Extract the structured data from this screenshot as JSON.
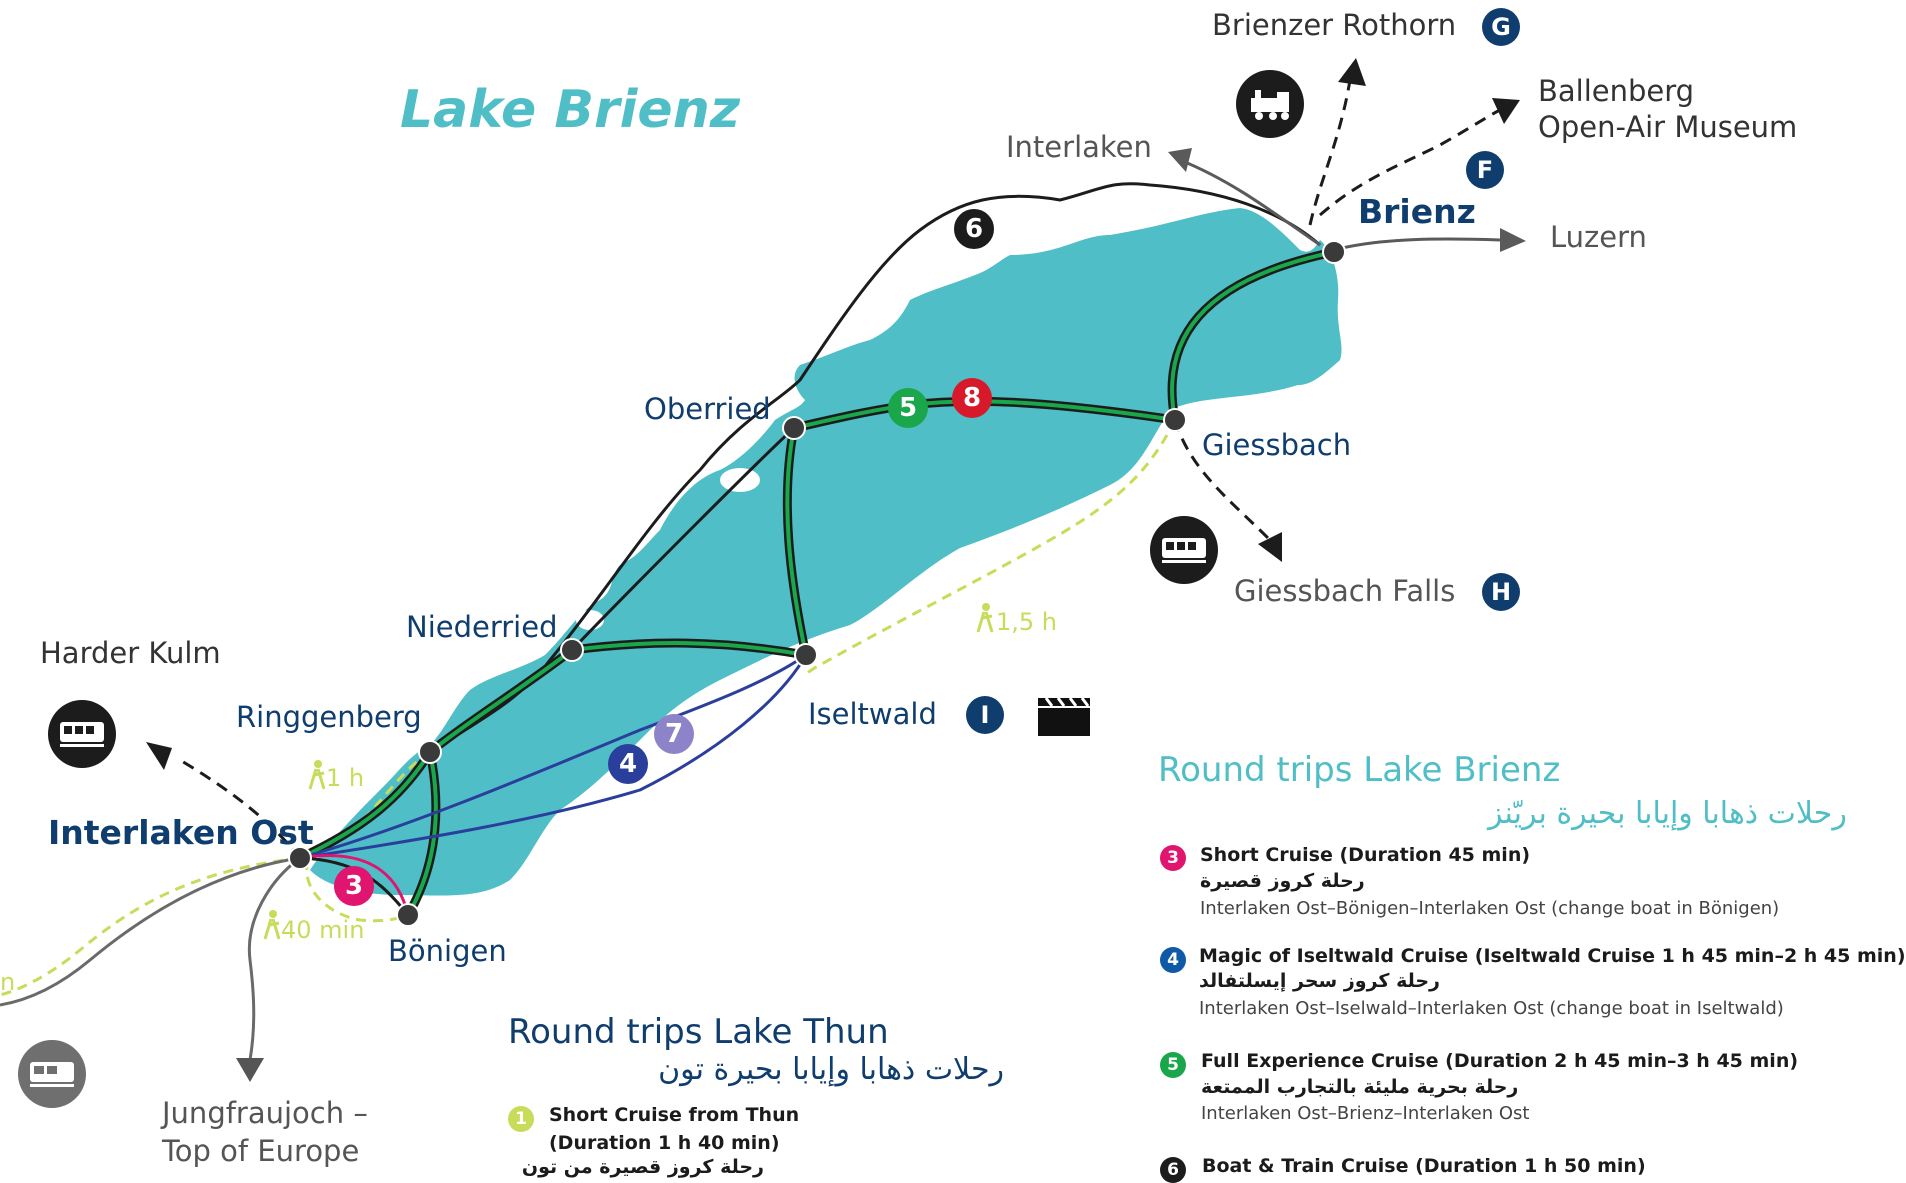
{
  "map": {
    "lake_title": "Lake Brienz",
    "colors": {
      "lake": "#4fbec6",
      "navy": "#0f3d6e",
      "route_green": "#1aa64a",
      "route_blue": "#2a3f9c",
      "route_magenta": "#e0156f",
      "walk_path": "#c8dc5a",
      "road": "#1c1c1c",
      "arrow_grey": "#5a5a5a"
    },
    "stops": {
      "interlaken_ost": "Interlaken Ost",
      "brienz": "Brienz",
      "oberried": "Oberried",
      "giessbach": "Giessbach",
      "niederried": "Niederried",
      "ringgenberg": "Ringgenberg",
      "iseltwald": "Iseltwald",
      "bonigen": "Bönigen"
    },
    "destinations": {
      "brienzer_rothorn": "Brienzer Rothorn",
      "ballenberg_line1": "Ballenberg",
      "ballenberg_line2": "Open-Air Museum",
      "interlaken": "Interlaken",
      "luzern": "Luzern",
      "giessbach_falls": "Giessbach Falls",
      "harder_kulm": "Harder Kulm",
      "jungfraujoch_line1": "Jungfraujoch –",
      "jungfraujoch_line2": "Top of Europe"
    },
    "badges": {
      "rothorn": "G",
      "ballenberg": "F",
      "giessbach_falls": "H",
      "iseltwald": "I"
    },
    "route_numbers": {
      "r3": "3",
      "r4": "4",
      "r5": "5",
      "r6": "6",
      "r7": "7",
      "r8": "8"
    },
    "walk_times": {
      "giessbach": "1,5 h",
      "ringgenberg": "1 h",
      "interlaken": "40 min",
      "left_edge": "n"
    },
    "icons": [
      "steam-train-icon",
      "train-icon",
      "cable-car-icon",
      "bus-icon",
      "movie-clapper-icon"
    ]
  },
  "legend_brienz": {
    "title": "Round trips Lake Brienz",
    "title_ar": "رحلات ذهابا وإيابا بحيرة بريّنز",
    "items": [
      {
        "num": "3",
        "color": "#e0156f",
        "title": "Short Cruise (Duration 45 min)",
        "ar": "رحلة كروز قصيرة",
        "sub": "Interlaken Ost–Bönigen–Interlaken Ost (change boat in Bönigen)"
      },
      {
        "num": "4",
        "color": "#0f5aa8",
        "title": "Magic of Iseltwald Cruise (Iseltwald Cruise 1 h 45 min–2 h 45 min)",
        "ar": "رحلة كروز سحر إيسلتفالد",
        "sub": "Interlaken Ost–Iselwald–Interlaken Ost (change boat in Iseltwald)"
      },
      {
        "num": "5",
        "color": "#1aa64a",
        "title": "Full Experience Cruise (Duration 2 h 45 min–3 h 45 min)",
        "ar": "رحلة بحرية مليئة بالتجارب الممتعة",
        "sub": "Interlaken Ost–Brienz–Interlaken Ost"
      },
      {
        "num": "6",
        "color": "#1c1c1c",
        "title": "Boat & Train Cruise (Duration 1 h 50 min)",
        "ar": "",
        "sub": ""
      }
    ]
  },
  "legend_thun": {
    "title": "Round trips Lake Thun",
    "title_ar": "رحلات ذهابا وإيابا بحيرة تون",
    "items": [
      {
        "num": "1",
        "color": "#c8dc5a",
        "title_line1": "Short Cruise from Thun",
        "title_line2": "(Duration 1 h 40 min)",
        "ar": "رحلة كروز قصيرة من تون"
      }
    ]
  }
}
